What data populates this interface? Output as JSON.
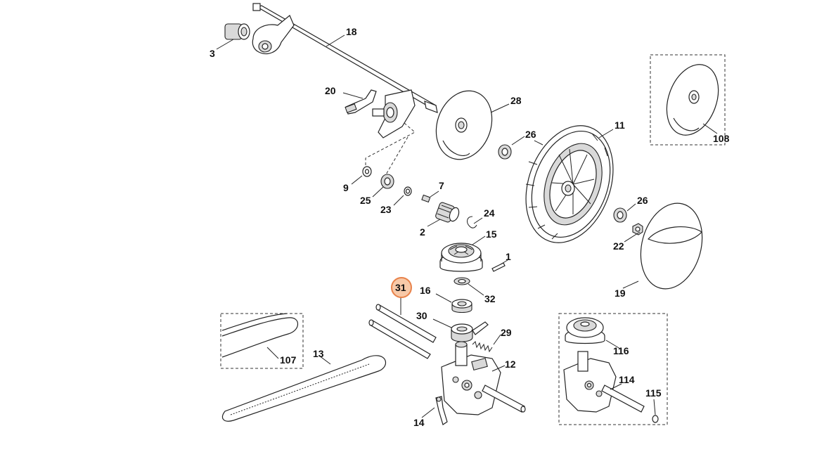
{
  "callouts": {
    "c1": "1",
    "c2": "2",
    "c3": "3",
    "c7": "7",
    "c9": "9",
    "c11": "11",
    "c12": "12",
    "c13": "13",
    "c14": "14",
    "c15": "15",
    "c16": "16",
    "c18": "18",
    "c19": "19",
    "c20": "20",
    "c22": "22",
    "c23": "23",
    "c24": "24",
    "c25": "25",
    "c26a": "26",
    "c26b": "26",
    "c28": "28",
    "c29": "29",
    "c30": "30",
    "c31": "31",
    "c32": "32",
    "c107": "107",
    "c108": "108",
    "c114": "114",
    "c115": "115",
    "c116": "116"
  },
  "highlight": {
    "color": "#e8824a",
    "fill": "#f8c9a8"
  }
}
